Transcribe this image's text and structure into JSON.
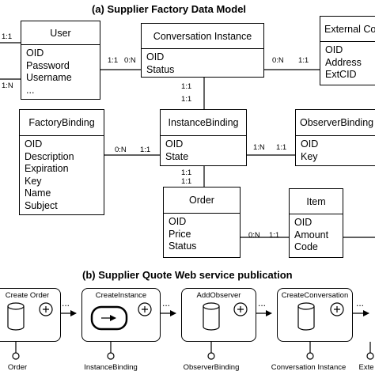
{
  "titles": {
    "a": "(a) Supplier Factory Data Model",
    "b": "(b) Supplier Quote Web service publication"
  },
  "entities": {
    "user": {
      "name": "User",
      "attrs": [
        "OID",
        "Password",
        "Username",
        "..."
      ]
    },
    "conversation_instance": {
      "name": "Conversation Instance",
      "attrs": [
        "OID",
        "Status"
      ]
    },
    "external_co": {
      "name": "External Co",
      "attrs": [
        "OID",
        "Address",
        "ExtCID"
      ]
    },
    "factory_binding": {
      "name": "FactoryBinding",
      "attrs": [
        "OID",
        "Description",
        "Expiration",
        "Key",
        "Name",
        "Subject"
      ]
    },
    "instance_binding": {
      "name": "InstanceBinding",
      "attrs": [
        "OID",
        "State"
      ]
    },
    "observer_binding": {
      "name": "ObserverBinding",
      "attrs": [
        "OID",
        "Key"
      ]
    },
    "order": {
      "name": "Order",
      "attrs": [
        "OID",
        "Price",
        "Status"
      ]
    },
    "item": {
      "name": "Item",
      "attrs": [
        "OID",
        "Amount",
        "Code"
      ]
    }
  },
  "cardinalities": {
    "left_top": "1:1",
    "left_mid": "1:N",
    "user_conv_a": "1:1",
    "user_conv_b": "0:N",
    "conv_ext_a": "0:N",
    "conv_ext_b": "1:1",
    "conv_ib_a": "1:1",
    "conv_ib_b": "1:1",
    "fb_ib_a": "0:N",
    "fb_ib_b": "1:1",
    "ib_ob_a": "1:N",
    "ib_ob_b": "1:1",
    "ib_order_a": "1:1",
    "ib_order_b": "1:1",
    "order_item_a": "0:N",
    "order_item_b": "1:1"
  },
  "process": {
    "steps": [
      {
        "label": "Create Order",
        "icon": "cylinder-icon"
      },
      {
        "label": "CreateInstance",
        "icon": "loop-icon"
      },
      {
        "label": "AddObserver",
        "icon": "cylinder-icon"
      },
      {
        "label": "CreateConversation",
        "icon": "cylinder-icon"
      }
    ],
    "ellipsis": "...",
    "bottom_labels": [
      "Order",
      "InstanceBinding",
      "ObserverBinding",
      "Conversation Instance",
      "Exte"
    ]
  }
}
